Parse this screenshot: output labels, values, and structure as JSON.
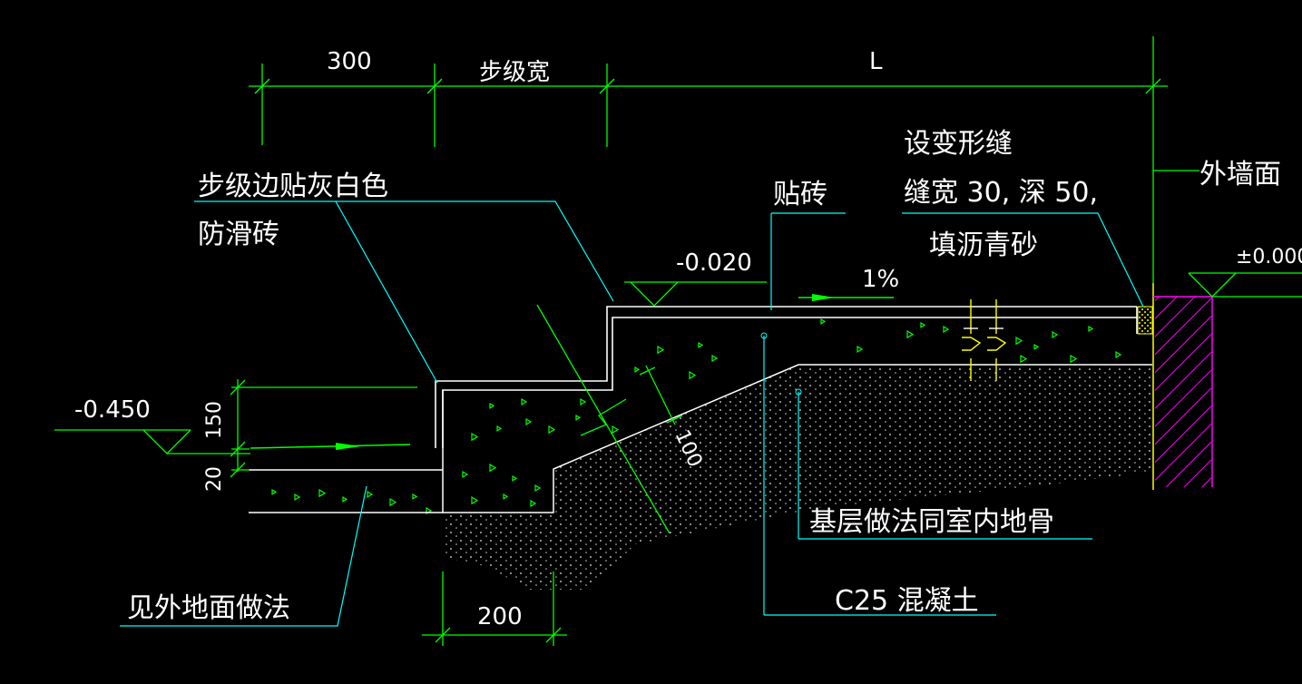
{
  "dimensions": {
    "d300": "300",
    "step_width": "步级宽",
    "length_L": "L",
    "d200": "200",
    "d150": "150",
    "d20": "20",
    "d100": "100"
  },
  "elevations": {
    "low": "-0.450",
    "mid": "-0.020",
    "zero": "±0.000"
  },
  "slope": "1%",
  "labels": {
    "step_edge_line1": "步级边贴灰白色",
    "step_edge_line2": "防滑砖",
    "tile": "贴砖",
    "joint_line1": "设变形缝",
    "joint_line2": "缝宽 30, 深 50,",
    "joint_line3": "填沥青砂",
    "exterior_wall": "外墙面",
    "base_layer": "基层做法同室内地骨",
    "concrete": "C25  混凝土",
    "outdoor_ground": "见外地面做法"
  },
  "colors": {
    "background": "#000000",
    "dim_line": "#00ff00",
    "text": "#ffffff",
    "leader": "#00ffff",
    "joint": "#ffff00",
    "wall_hatch": "#ff00ff",
    "aggregate": "#00ff00"
  }
}
